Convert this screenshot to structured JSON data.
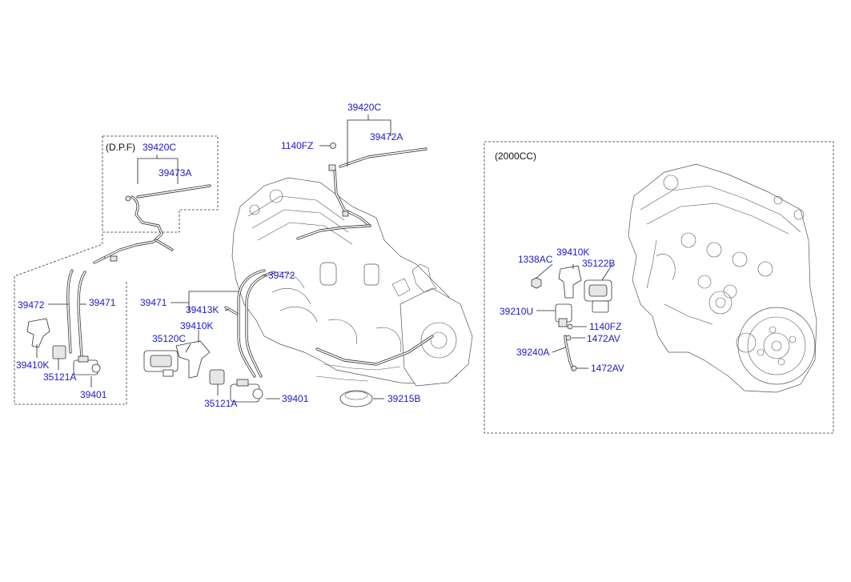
{
  "sections": {
    "dpf": "(D.P.F)",
    "cc2000": "(2000CC)"
  },
  "labels": {
    "dpf_39420C": "39420C",
    "dpf_39473A": "39473A",
    "dpf_39472": "39472",
    "dpf_39471": "39471",
    "dpf_39410K": "39410K",
    "dpf_35121A": "35121A",
    "dpf_39401": "39401",
    "main_39420C": "39420C",
    "main_1140FZ": "1140FZ",
    "main_39472A": "39472A",
    "main_39472": "39472",
    "main_39471": "39471",
    "main_39413K": "39413K",
    "main_39410K": "39410K",
    "main_35120C": "35120C",
    "main_35121A": "35121A",
    "main_39401": "39401",
    "main_39215B": "39215B",
    "cc_1338AC": "1338AC",
    "cc_39410K": "39410K",
    "cc_35122B": "35122B",
    "cc_39210U": "39210U",
    "cc_1140FZ": "1140FZ",
    "cc_1472AV_1": "1472AV",
    "cc_39240A": "39240A",
    "cc_1472AV_2": "1472AV"
  },
  "colors": {
    "label": "#1a1acc",
    "line": "#222222"
  }
}
